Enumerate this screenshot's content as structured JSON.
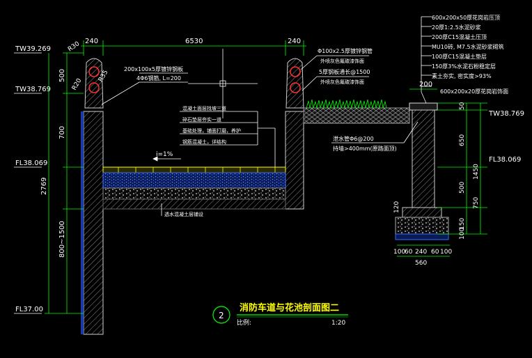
{
  "colors": {
    "background": "#000000",
    "dimension": "#00ff00",
    "annotation": "#ffffff",
    "wall": "#ffffff",
    "paving": "#ffff00",
    "base": "#3a6bff",
    "leader": "#ffffff",
    "hatch_red": "#ff3030",
    "grass": "#00ff00",
    "title": "#00ff00"
  },
  "levels": {
    "tw1": "TW39.269",
    "tw2": "TW38.769",
    "fl1": "FL38.069",
    "fl2": "FL37.00",
    "tw_right": "TW38.769",
    "fl_right": "FL38.069"
  },
  "dims_top": {
    "left": "240",
    "middle": "6530",
    "right": "240",
    "right_small": "200"
  },
  "dims_left": {
    "d500": "500",
    "d700": "700",
    "d2769": "2769",
    "d800": "800~1500"
  },
  "dims_right": {
    "d50": "50",
    "d650": "650",
    "d1450": "1450",
    "d500": "500",
    "d750": "750",
    "d120": "120",
    "d150": "150",
    "d100": "100"
  },
  "dims_bottom": {
    "b1": "100",
    "b2": "60",
    "b3": "240",
    "b4": "60",
    "b5": "100",
    "total": "560"
  },
  "radius": {
    "r30": "R30",
    "r35": "R35",
    "r20": "R20"
  },
  "notes_left": {
    "n1": "200x100x5厚镀锌钢板",
    "n2": "4Φ6钢筋, L=200"
  },
  "notes_right_col": {
    "n1": "Φ100x2.5厚镀锌钢管",
    "n2": "外喷灰色氟碳漆饰面",
    "n3": "5厚钢板通长@1500",
    "n4": "外喷灰色氟碳漆饰面"
  },
  "road_layers": [
    "混凝土面层找坡三道",
    "碎石垫层夯实一道",
    "基础处理，铺面打磨，养护",
    "钢筋混凝土，详结构"
  ],
  "slope": "i=1%",
  "drain_note": "透水混凝土层铺设",
  "planter_note": {
    "n1": "泄水管Φ6@200",
    "n2": "持墙>400mm(原路面顶)"
  },
  "layer_list": [
    "600x200x50厚花岗岩压顶",
    "20厚1:2.5水泥砂浆",
    "200厚C15混凝土压顶",
    "MU10砖, M7.5水泥砂浆砌筑",
    "100厚C15混凝土垫层",
    "150厚3%水泥石粉稳定层",
    "素土夯实, 密实度>93%",
    "600x200x20厚花岗岩饰面"
  ],
  "title": {
    "number": "2",
    "text": "消防车道与花池剖面图二",
    "scale_label": "比例:",
    "scale_value": "1:20"
  }
}
